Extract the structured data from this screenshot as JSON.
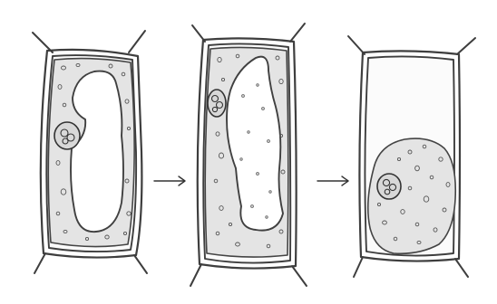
{
  "diagram": {
    "stages": [
      {
        "id": "stage-1"
      },
      {
        "id": "stage-2"
      },
      {
        "id": "stage-3"
      }
    ],
    "arrows": 2,
    "colors": {
      "outline": "#3e3e3e",
      "cytoplasm": "#e4e4e4",
      "vacuole": "#ffffff",
      "background": "#ffffff"
    }
  }
}
